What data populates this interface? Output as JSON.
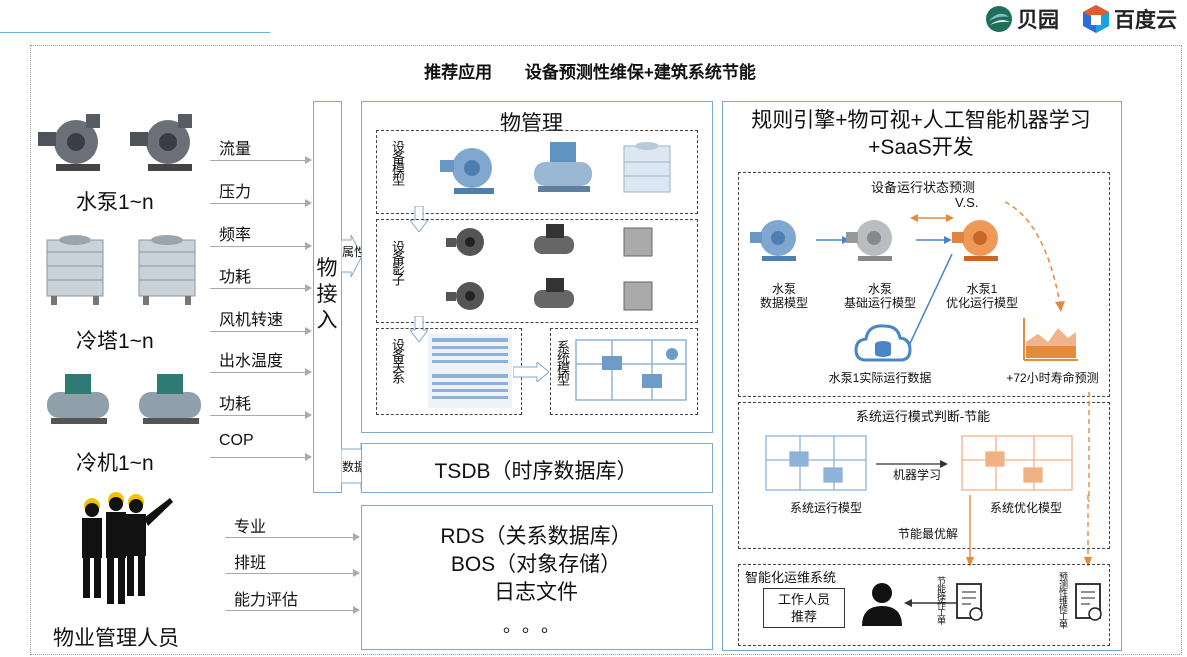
{
  "logos": {
    "beiyuan": "贝园",
    "baidu": "百度云"
  },
  "heading": {
    "left": "推荐应用",
    "right": "设备预测性维保+建筑系统节能"
  },
  "devices": {
    "pump": "水泵1~n",
    "tower": "冷塔1~n",
    "chiller": "冷机1~n",
    "people": "物业管理人员"
  },
  "params": {
    "pump": [
      "流量",
      "压力",
      "频率"
    ],
    "tower": [
      "功耗",
      "风机转速",
      "出水温度"
    ],
    "chiller": [
      "功耗",
      "COP"
    ],
    "people": [
      "专业",
      "排班",
      "能力评估"
    ]
  },
  "access": {
    "title": "物接入",
    "attr_label": "属性",
    "data_label": "数据"
  },
  "thing_mgmt": {
    "title": "物管理",
    "model_label": "设备模型",
    "shadow_label": "设备影子",
    "relation_label": "设备关系",
    "system_label": "系统模型"
  },
  "tsdb": "TSDB（时序数据库）",
  "storage": {
    "lines": [
      "RDS（关系数据库）",
      "BOS（对象存储）",
      "日志文件"
    ],
    "ellipsis": "。。。"
  },
  "right_panel": {
    "title_line1": "规则引擎+物可视+人工智能机器学习",
    "title_line2": "+SaaS开发",
    "prediction": {
      "title": "设备运行状态预测",
      "vs": "V.S.",
      "m1": [
        "水泵",
        "数据模型"
      ],
      "m2": [
        "水泵",
        "基础运行模型"
      ],
      "m3": [
        "水泵1",
        "优化运行模型"
      ],
      "actual": "水泵1实际运行数据",
      "life": "+72小时寿命预测"
    },
    "system_mode": {
      "title": "系统运行模式判断-节能",
      "ml": "机器学习",
      "left": "系统运行模型",
      "right": "系统优化模型",
      "best": "节能最优解"
    },
    "ops": {
      "title": "智能化运维系统",
      "recommend": [
        "工作人员",
        "推荐"
      ],
      "order1": "节能操作工单",
      "order2": "预测性维修工单"
    }
  },
  "colors": {
    "orange": "#e58a3a",
    "blue": "#4a86c5",
    "gray_arrow": "#aaaaaa"
  }
}
